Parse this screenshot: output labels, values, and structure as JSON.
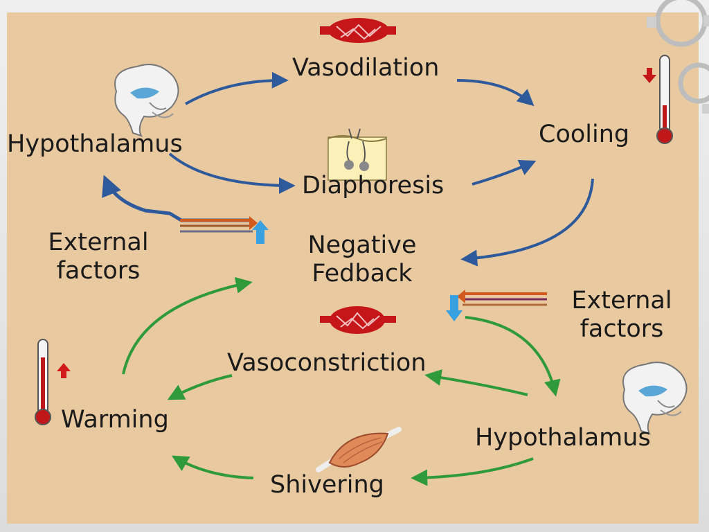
{
  "labels": {
    "hypothalamus_top": "Hypothalamus",
    "vasodilation": "Vasodilation",
    "cooling": "Cooling",
    "diaphoresis": "Diaphoresis",
    "external_factors_left_1": "External",
    "external_factors_left_2": "factors",
    "negative_feedback_1": "Negative",
    "negative_feedback_2": "Fedback",
    "external_factors_right_1": "External",
    "external_factors_right_2": "factors",
    "vasoconstriction": "Vasoconstriction",
    "warming": "Warming",
    "hypothalamus_bottom": "Hypothalamus",
    "shivering": "Shivering"
  },
  "colors": {
    "panel_background": "#e8c9a0",
    "cooling_loop": "#2e5a9c",
    "warming_loop": "#2f9a3a",
    "thermometer_red": "#c0181a",
    "up_arrow": "#d11a1a",
    "down_arrow": "#c41818",
    "factor_arrow_blue": "#3aa0e0"
  },
  "icons": [
    "brain-icon",
    "blood-vessel-icon",
    "skin-sweat-gland-icon",
    "thermometer-icon",
    "muscle-icon",
    "gear-icon"
  ]
}
